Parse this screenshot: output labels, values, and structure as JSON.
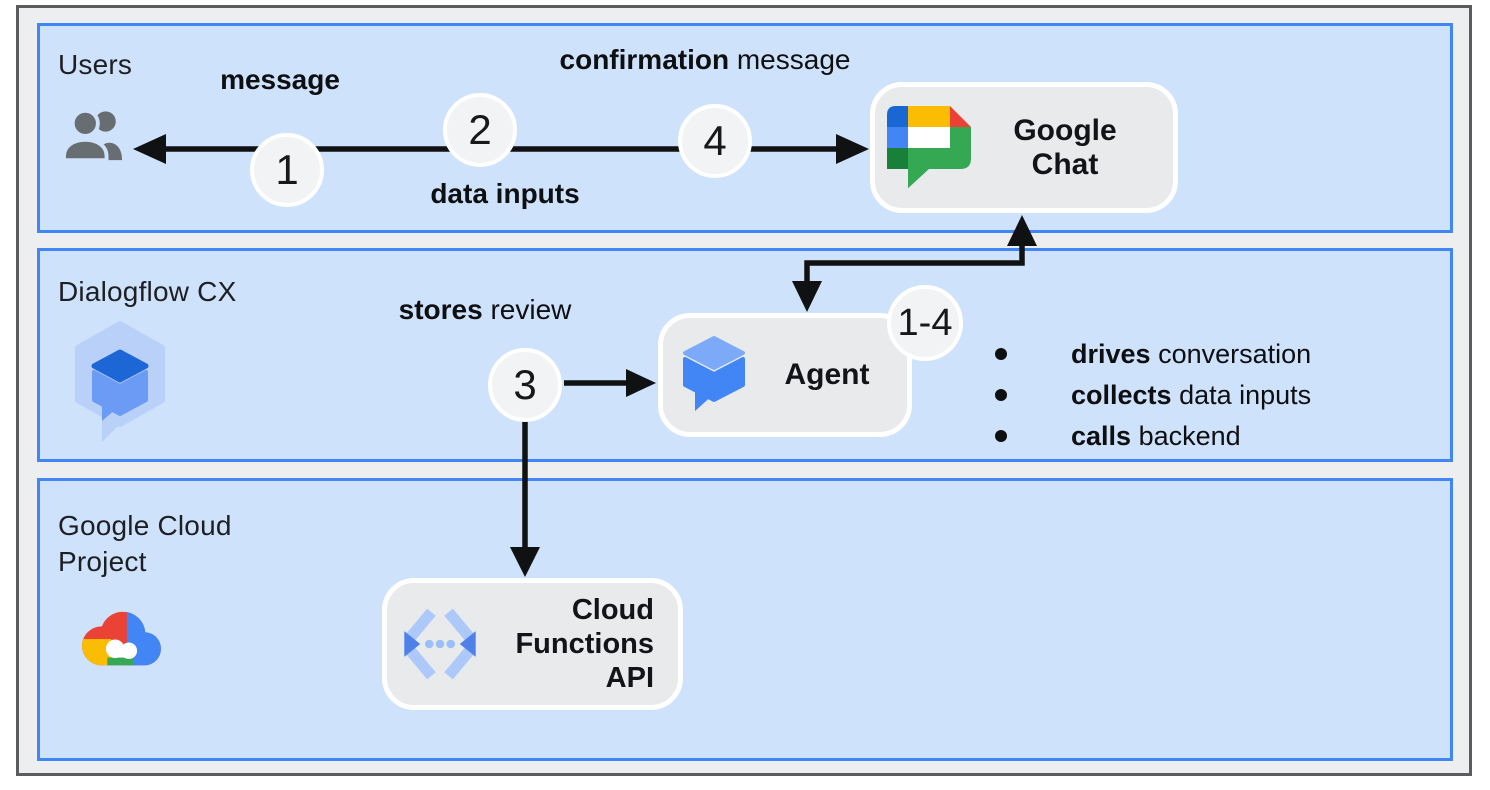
{
  "bands": [
    {
      "title": "Users"
    },
    {
      "title": "Dialogflow CX"
    },
    {
      "title": "Google Cloud Project"
    }
  ],
  "nodes": {
    "google_chat": {
      "line1": "Google",
      "line2": "Chat"
    },
    "agent": {
      "label": "Agent",
      "badge": "1-4"
    },
    "cloud_functions": {
      "line1": "Cloud",
      "line2": "Functions",
      "line3": "API"
    }
  },
  "steps": {
    "s1": "1",
    "s2": "2",
    "s3": "3",
    "s4": "4"
  },
  "edge_labels": {
    "message": {
      "bold": "message",
      "rest": ""
    },
    "confirmation_message": {
      "bold": "confirmation",
      "rest": " message"
    },
    "data_inputs": {
      "bold": "data inputs",
      "rest": ""
    },
    "stores_review": {
      "bold": "stores",
      "rest": " review"
    }
  },
  "agent_bullets": [
    {
      "bold": "drives",
      "rest": " conversation"
    },
    {
      "bold": "collects",
      "rest": " data inputs"
    },
    {
      "bold": "calls",
      "rest": " backend"
    }
  ],
  "colors": {
    "band_fill": "#cfe2fc",
    "band_border": "#4285f4",
    "node_fill": "#e9eaec",
    "arrow": "#101113",
    "google_blue": "#4285f4",
    "google_red": "#ea4335",
    "google_yellow": "#fbbc04",
    "google_green": "#34a853",
    "google_dark_blue": "#1967d2",
    "google_dark_green": "#188038"
  }
}
